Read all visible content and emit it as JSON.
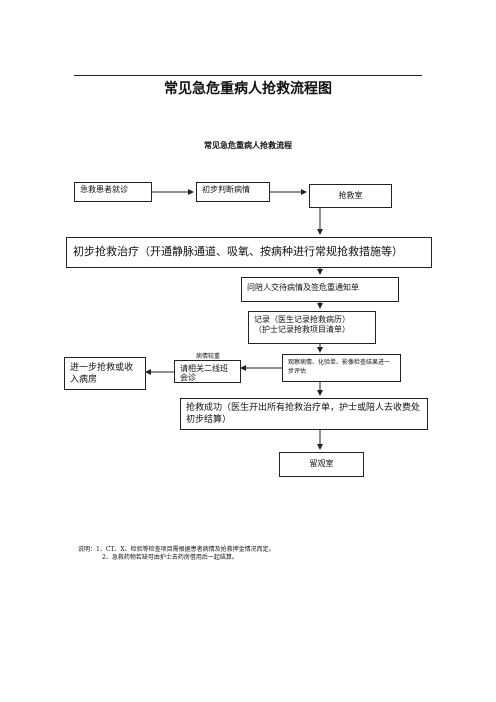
{
  "title": "常见急危重病人抢救流程图",
  "subtitle": "常见急危重病人抢救流程",
  "nodes": {
    "arrive": "急救患者就诊",
    "initial_judge": "初步判断病情",
    "rescue_room": "抢救室",
    "initial_treatment": "初步抢救治疗（开通静脉通道、吸氧、按病种进行常规抢救措施等）",
    "notify": "问陪人交待病情及签危重通知单",
    "record_line1": "记录（医生记录抢救病历）",
    "record_line2": "（护士记录抢救项目清单）",
    "observe": "观察病情、化验单、影像检查结果进一步评估",
    "consult_line1": "请相关二线班",
    "consult_line2": "会诊",
    "further": "进一步抢救或收入病房",
    "success": "抢救成功（医生开出所有抢救治疗单，护士或陪人去收费处初步结算）",
    "observation_room": "留观室"
  },
  "edge_labels": {
    "condition_serious": "病情较重"
  },
  "notes": {
    "line1": "说明：1、CT、X、检验等检查项目需根据患者病情及抢救押金情况而定。",
    "line2": "2、急救药物若缺可由护士去药房借用后一起结算。"
  }
}
